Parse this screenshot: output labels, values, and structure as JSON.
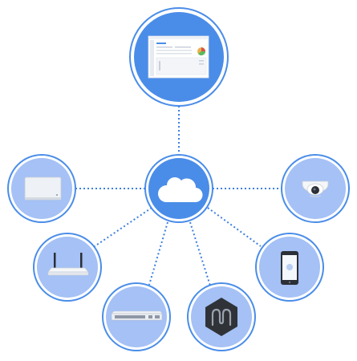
{
  "diagram": {
    "hub": {
      "name": "cloud",
      "icon": "cloud-icon"
    },
    "dashboard": {
      "name": "dashboard-screen",
      "icon": "dashboard-window-icon"
    },
    "devices": [
      {
        "name": "wireless-access-point",
        "icon": "access-point-icon"
      },
      {
        "name": "camera",
        "icon": "dome-camera-icon"
      },
      {
        "name": "wireless-router",
        "icon": "router-icon"
      },
      {
        "name": "mobile-phone",
        "icon": "phone-icon"
      },
      {
        "name": "network-switch",
        "icon": "switch-icon"
      },
      {
        "name": "security-appliance",
        "icon": "security-appliance-icon"
      }
    ],
    "colors": {
      "ring": "#4a8de8",
      "hub_fill": "#4a8de8",
      "device_fill": "#a5c1f5",
      "connector": "#3d7fe0",
      "background": "#ffffff"
    }
  }
}
